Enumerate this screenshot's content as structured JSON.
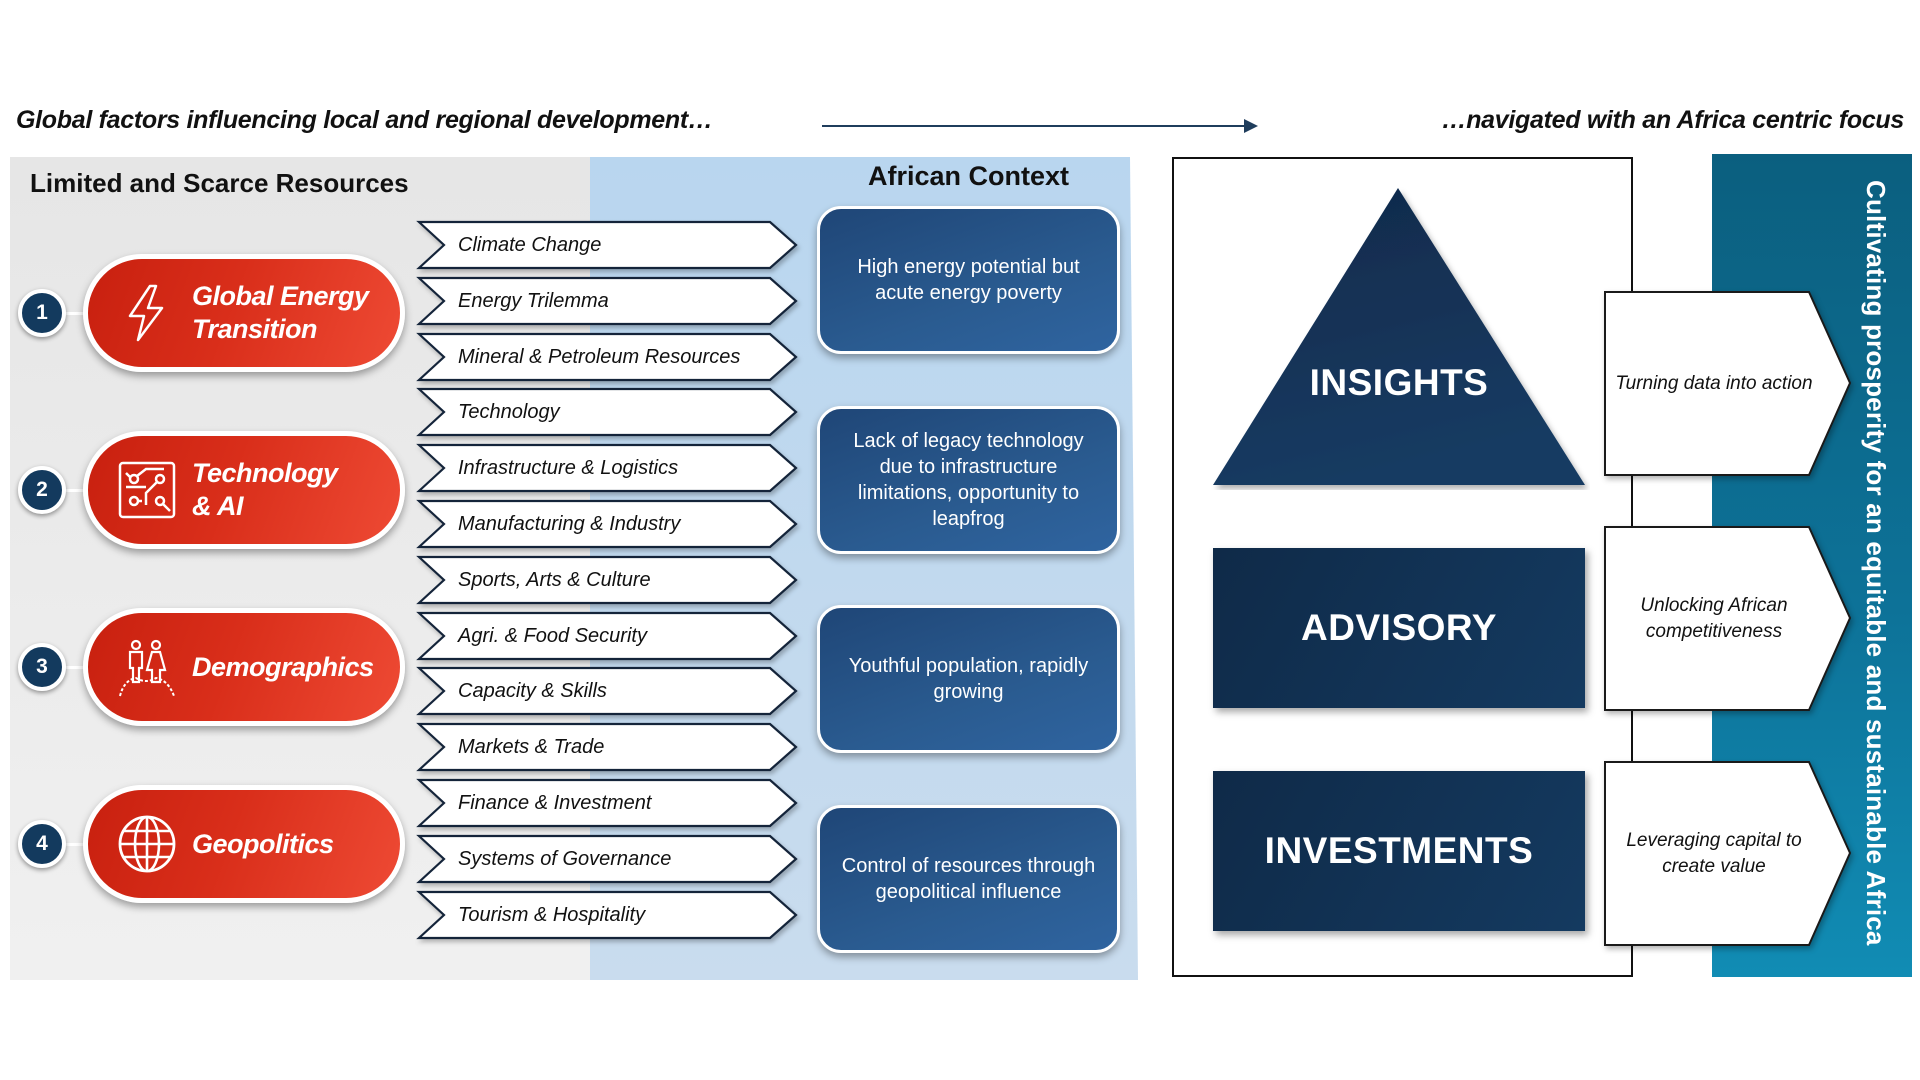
{
  "header": {
    "left_text": "Global factors influencing local and regional development…",
    "right_text": "…navigated with an Africa centric focus",
    "arrow_icon": "right-arrow-icon"
  },
  "resources": {
    "title": "Limited and Scarce Resources",
    "items": [
      {
        "number": "1",
        "label_line1": "Global Energy",
        "label_line2": "Transition",
        "icon": "lightning-bolt-icon"
      },
      {
        "number": "2",
        "label_line1": "Technology",
        "label_line2": "& AI",
        "icon": "circuit-board-icon"
      },
      {
        "number": "3",
        "label_line1": "Demographics",
        "label_line2": "",
        "icon": "people-icon"
      },
      {
        "number": "4",
        "label_line1": "Geopolitics",
        "label_line2": "",
        "icon": "globe-icon"
      }
    ]
  },
  "factors": [
    "Climate Change",
    "Energy Trilemma",
    "Mineral & Petroleum Resources",
    "Technology",
    "Infrastructure & Logistics",
    "Manufacturing & Industry",
    "Sports, Arts & Culture",
    "Agri. & Food Security",
    "Capacity & Skills",
    "Markets & Trade",
    "Finance & Investment",
    "Systems of Governance",
    "Tourism & Hospitality"
  ],
  "african_context": {
    "title": "African Context",
    "cards": [
      "High energy potential but acute energy poverty",
      "Lack of legacy technology due to infrastructure limitations, opportunity to leapfrog",
      "Youthful population, rapidly growing",
      "Control of resources through geopolitical influence"
    ]
  },
  "pillars": [
    {
      "label": "INSIGHTS",
      "description": "Turning data into action"
    },
    {
      "label": "ADVISORY",
      "description": "Unlocking African competitiveness"
    },
    {
      "label": "INVESTMENTS",
      "description": "Leveraging capital to create value"
    }
  ],
  "vision": "Cultivating prosperity for an equitable and sustainable Africa",
  "colors": {
    "pill_red": "#d92e1a",
    "navy": "#133a5e",
    "context_blue": "#2a5b90",
    "panel_light_blue": "#bcd8ef",
    "panel_gray": "#e8e8e8",
    "teal": "#0d7298"
  }
}
